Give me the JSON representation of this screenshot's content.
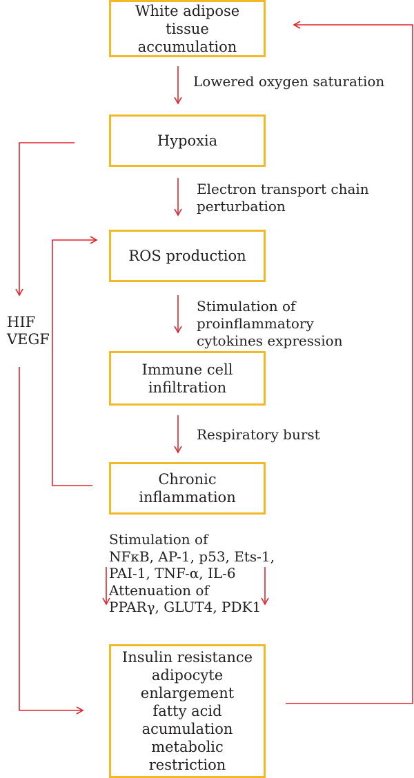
{
  "nodes": {
    "white_adipose": "White adipose tissue\naccumulation",
    "hypoxia": "Hypoxia",
    "ros": "ROS production",
    "immune": "Immune cell\ninfiltration",
    "chronic": "Chronic inflammation",
    "insulin": "Insulin resistance\nadipocyte enlargement\nfatty acid acumulation\nmetabolic restriction"
  },
  "edges": {
    "lowered_oxygen": "Lowered oxygen saturation",
    "electron_transport": "Electron transport chain\nperturbation",
    "stimulation_cytokines": "Stimulation of proinflammatory\ncytokines expression",
    "respiratory_burst": "Respiratory burst",
    "signaling": "Stimulation of\nNFκB, AP-1, p53, Ets-1,\nPAI-1, TNF-α, IL-6\nAttenuation of\nPPARγ, GLUT4, PDK1",
    "hif_vegf": "HIF\nVEGF"
  },
  "colors": {
    "box_border": "#f2b825",
    "arrow": "#e0242b",
    "text": "#231f20"
  }
}
